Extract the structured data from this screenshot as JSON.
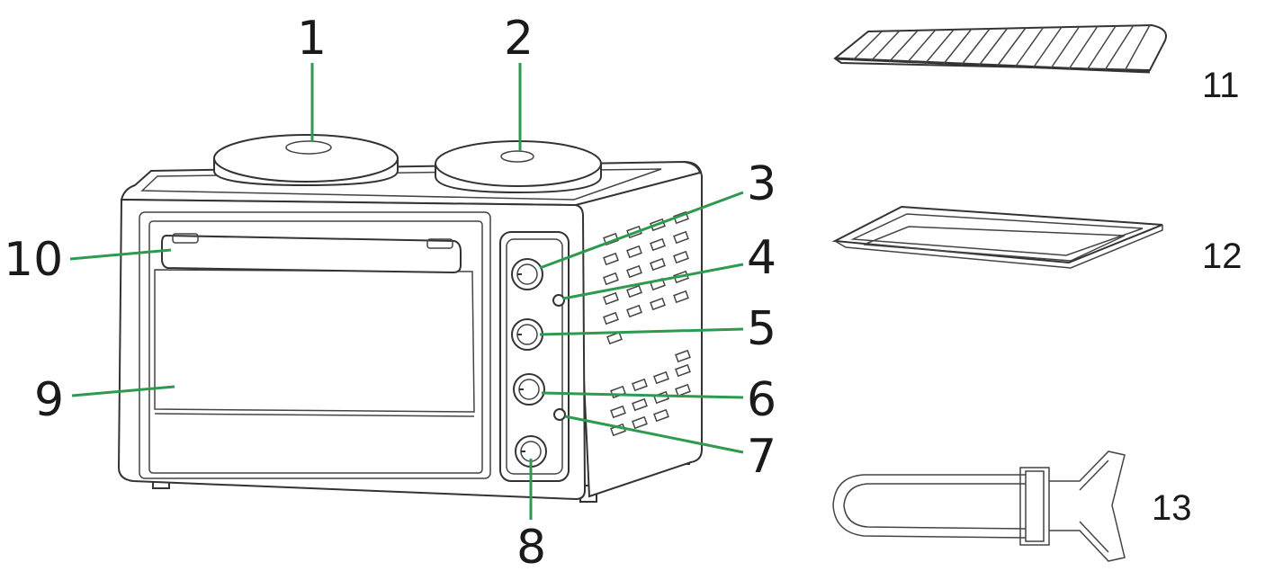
{
  "callouts": {
    "c1": "1",
    "c2": "2",
    "c3": "3",
    "c4": "4",
    "c5": "5",
    "c6": "6",
    "c7": "7",
    "c8": "8",
    "c9": "9",
    "c10": "10",
    "c11": "11",
    "c12": "12",
    "c13": "13"
  },
  "colors": {
    "leader": "#2e9a4f",
    "outline": "#333333"
  }
}
